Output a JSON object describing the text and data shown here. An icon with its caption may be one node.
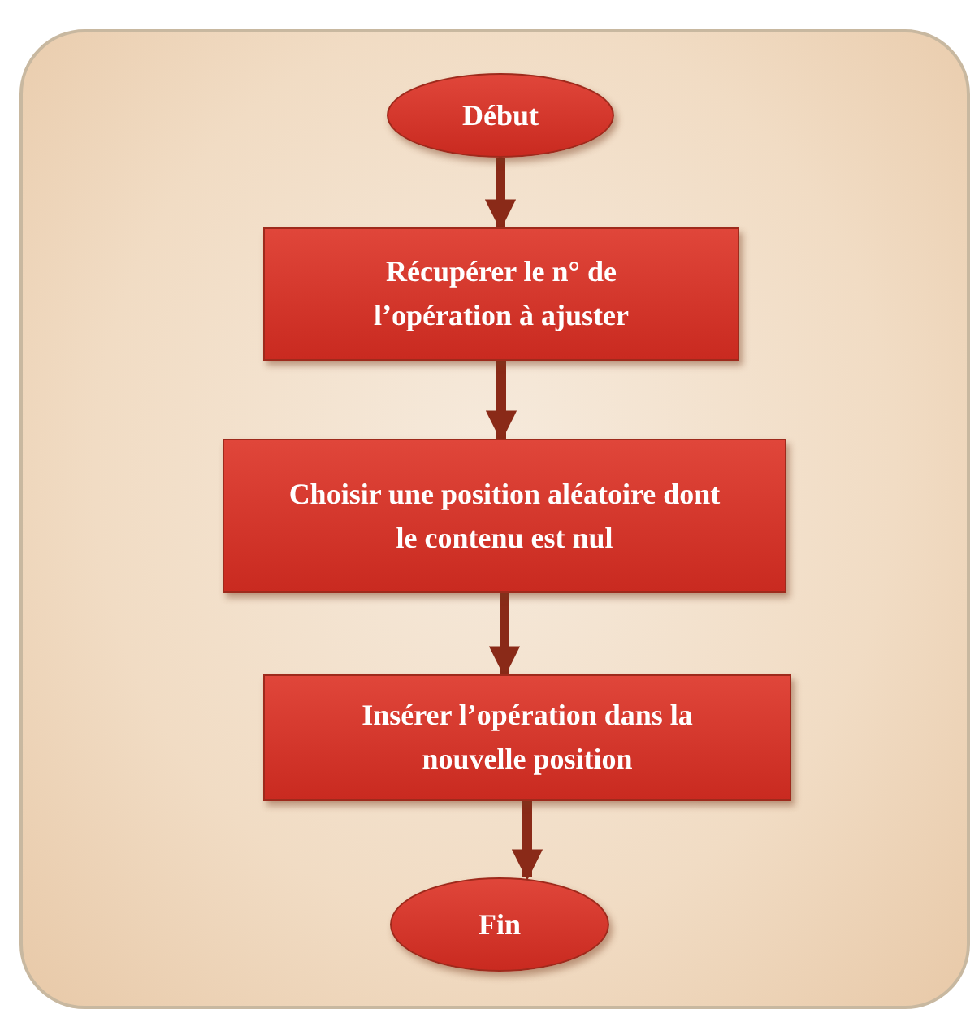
{
  "diagram": {
    "nodes": [
      {
        "text": [
          "Début"
        ]
      },
      {
        "text": [
          "Récupérer le n° de l’opération à ajuster"
        ]
      },
      {
        "text": [
          "Choisir une position aléatoire dont le contenu est nul"
        ]
      },
      {
        "text": [
          "Insérer l’opération dans la nouvelle position"
        ]
      },
      {
        "text": [
          "Fin"
        ]
      }
    ],
    "edges": [
      {
        "from": 0,
        "to": 1,
        "arrow": "to"
      },
      {
        "from": 1,
        "to": 2,
        "arrow": "to"
      },
      {
        "from": 2,
        "to": 3,
        "arrow": "to"
      },
      {
        "from": 3,
        "to": 4,
        "arrow": "to"
      }
    ]
  }
}
